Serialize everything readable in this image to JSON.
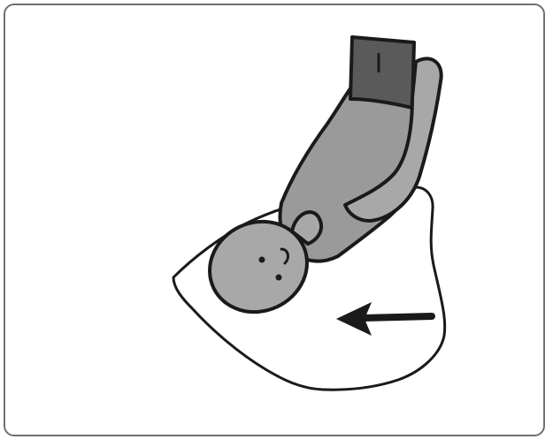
{
  "illustration": {
    "subject": "baby",
    "action": "swaddle-blanket-fold",
    "arrow_direction": "left",
    "colors": {
      "frame_border": "#6f6f6f",
      "outline": "#1a1a1a",
      "sleeve_dark": "#5a5a5a",
      "body_gray": "#9a9a9a",
      "skin_gray": "#a8a8a8",
      "blanket": "#ffffff",
      "background": "#ffffff"
    }
  }
}
